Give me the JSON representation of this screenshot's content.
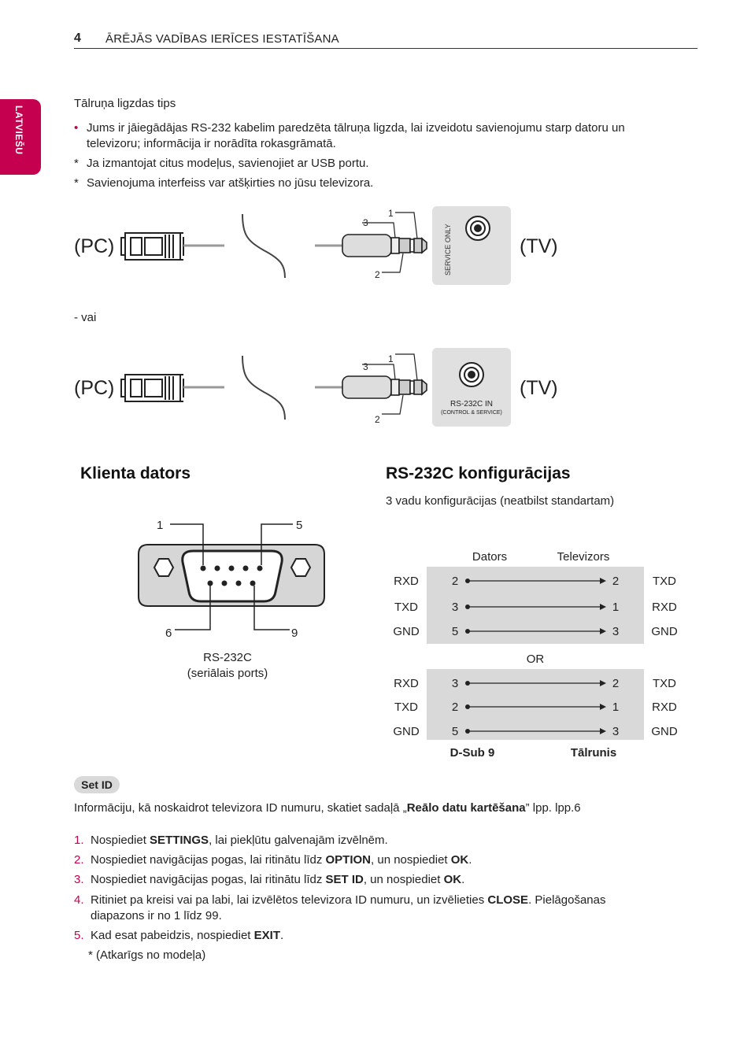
{
  "header": {
    "page_number": "4",
    "title": "ĀRĒJĀS VADĪBAS IERĪCES IESTATĪŠANA"
  },
  "side_tab": "LATVIEŠU",
  "intro": {
    "heading": "Tālruņa ligzdas tips",
    "bullet1": "Jums ir jāiegādājas RS-232 kabelim paredzēta tālruņa ligzda, lai izveidotu savienojumu starp datoru un",
    "bullet1b": "televizoru; informācija ir norādīta rokasgrāmatā.",
    "note1": "Ja izmantojat citus modeļus, savienojiet ar USB portu.",
    "note2": "Savienojuma interfeiss var atšķirties no jūsu televizora.",
    "bullet_mark": "•",
    "star_mark": "*"
  },
  "diagram1": {
    "pc": "(PC)",
    "tv": "(TV)",
    "pin1": "1",
    "pin2": "2",
    "pin3": "3",
    "port": "SERVICE ONLY"
  },
  "or_text": "- vai",
  "diagram2": {
    "pc": "(PC)",
    "tv": "(TV)",
    "pin1": "1",
    "pin2": "2",
    "pin3": "3",
    "port": "RS-232C IN",
    "port_sub": "(CONTROL & SERVICE)"
  },
  "client": {
    "title": "Klienta dators",
    "pin1": "1",
    "pin5": "5",
    "pin6": "6",
    "pin9": "9",
    "caption1": "RS-232C",
    "caption2": "(seriālais ports)"
  },
  "config": {
    "title": "RS-232C konfigurācijas",
    "subtitle": "3 vadu konfigurācijas (neatbilst standartam)",
    "col_left": "Dators",
    "col_right": "Televizors",
    "table1": [
      {
        "l": "RXD",
        "a": "2",
        "b": "2",
        "r": "TXD"
      },
      {
        "l": "TXD",
        "a": "3",
        "b": "1",
        "r": "RXD"
      },
      {
        "l": "GND",
        "a": "5",
        "b": "3",
        "r": "GND"
      }
    ],
    "or": "OR",
    "table2": [
      {
        "l": "RXD",
        "a": "3",
        "b": "2",
        "r": "TXD"
      },
      {
        "l": "TXD",
        "a": "2",
        "b": "1",
        "r": "RXD"
      },
      {
        "l": "GND",
        "a": "5",
        "b": "3",
        "r": "GND"
      }
    ],
    "foot_left": "D-Sub 9",
    "foot_right": "Tālrunis"
  },
  "setid": {
    "badge": "Set ID",
    "info_pre": "Informāciju, kā noskaidrot televizora ID numuru, skatiet sadaļā „",
    "info_bold": "Reālo datu kartēšana",
    "info_post": "” lpp. lpp.6",
    "steps": [
      {
        "n": "1.",
        "pre": "Nospiediet ",
        "b1": "SETTINGS",
        "mid": ", lai piekļūtu galvenajām izvēlnēm.",
        "b2": "",
        "post": ""
      },
      {
        "n": "2.",
        "pre": "Nospiediet navigācijas pogas, lai ritinātu līdz ",
        "b1": "OPTION",
        "mid": ", un nospiediet ",
        "b2": "OK",
        "post": "."
      },
      {
        "n": "3.",
        "pre": "Nospiediet navigācijas pogas, lai ritinātu līdz ",
        "b1": "SET ID",
        "mid": ", un nospiediet ",
        "b2": "OK",
        "post": "."
      },
      {
        "n": "4.",
        "pre": "Ritiniet pa kreisi vai pa labi, lai izvēlētos televizora ID numuru, un izvēlieties ",
        "b1": "CLOSE",
        "mid": ". Pielāgošanas",
        "b2": "",
        "post": ""
      },
      {
        "n": "5.",
        "pre": "Kad esat pabeidzis, nospiediet ",
        "b1": "EXIT",
        "mid": ".",
        "b2": "",
        "post": ""
      }
    ],
    "step4b": "diapazons ir no 1 līdz 99.",
    "note": "* (Atkarīgs no modeļa)"
  }
}
